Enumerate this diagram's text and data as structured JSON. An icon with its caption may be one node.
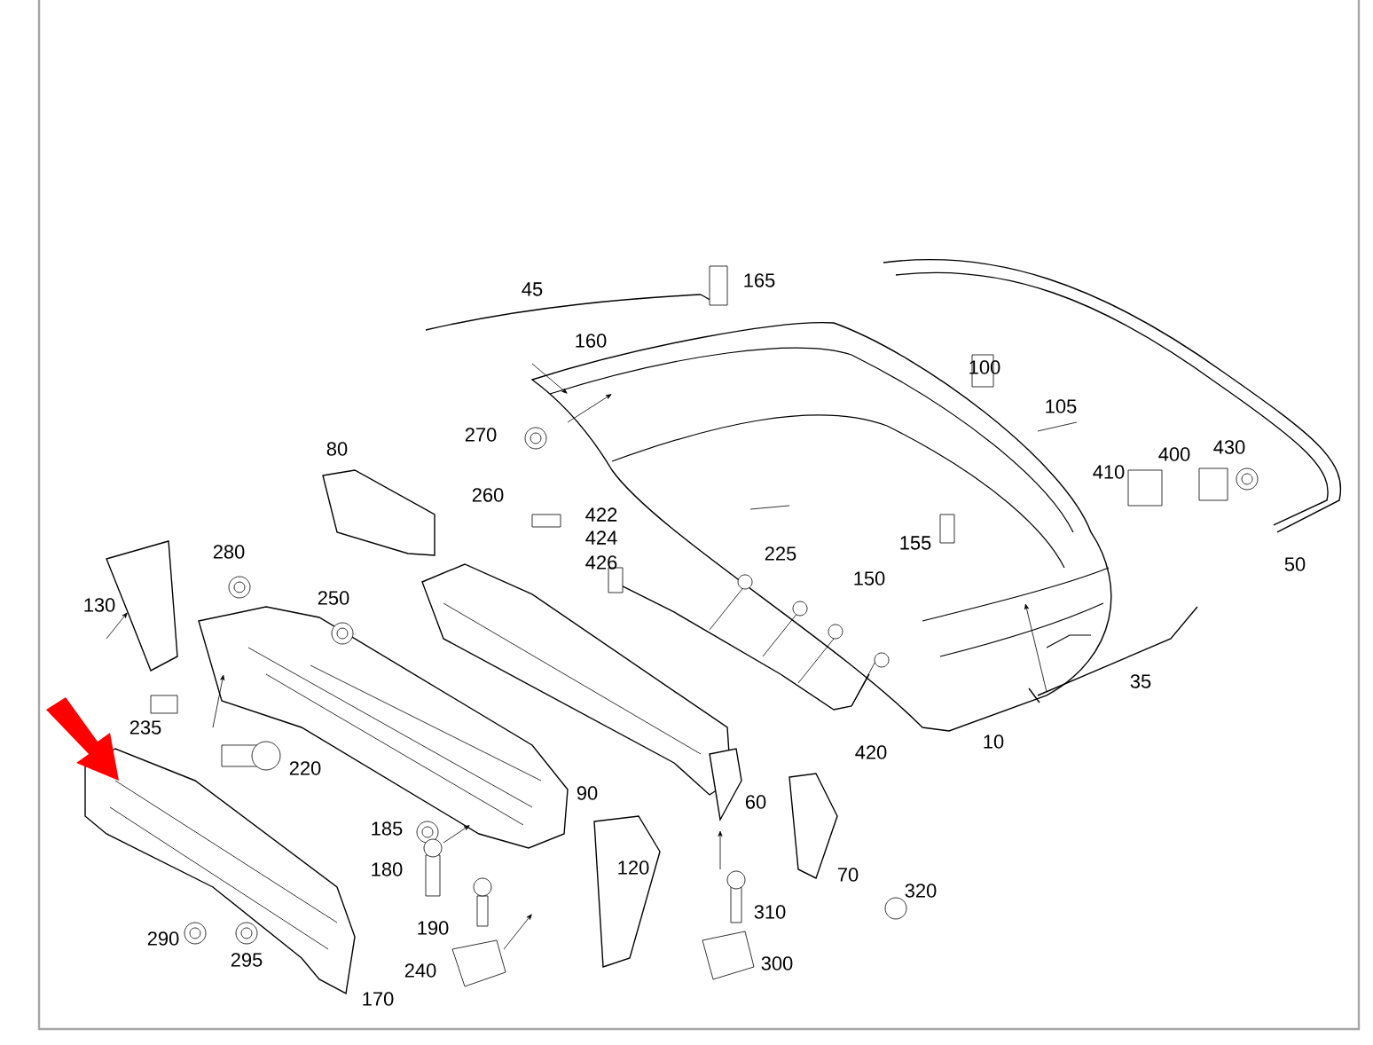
{
  "diagram": {
    "labels": [
      "45",
      "165",
      "160",
      "100",
      "105",
      "270",
      "260",
      "80",
      "410",
      "400",
      "430",
      "422",
      "424",
      "426",
      "225",
      "155",
      "280",
      "250",
      "130",
      "150",
      "50",
      "35",
      "235",
      "220",
      "420",
      "10",
      "60",
      "185",
      "90",
      "180",
      "120",
      "70",
      "320",
      "190",
      "310",
      "290",
      "295",
      "240",
      "300",
      "170"
    ]
  }
}
